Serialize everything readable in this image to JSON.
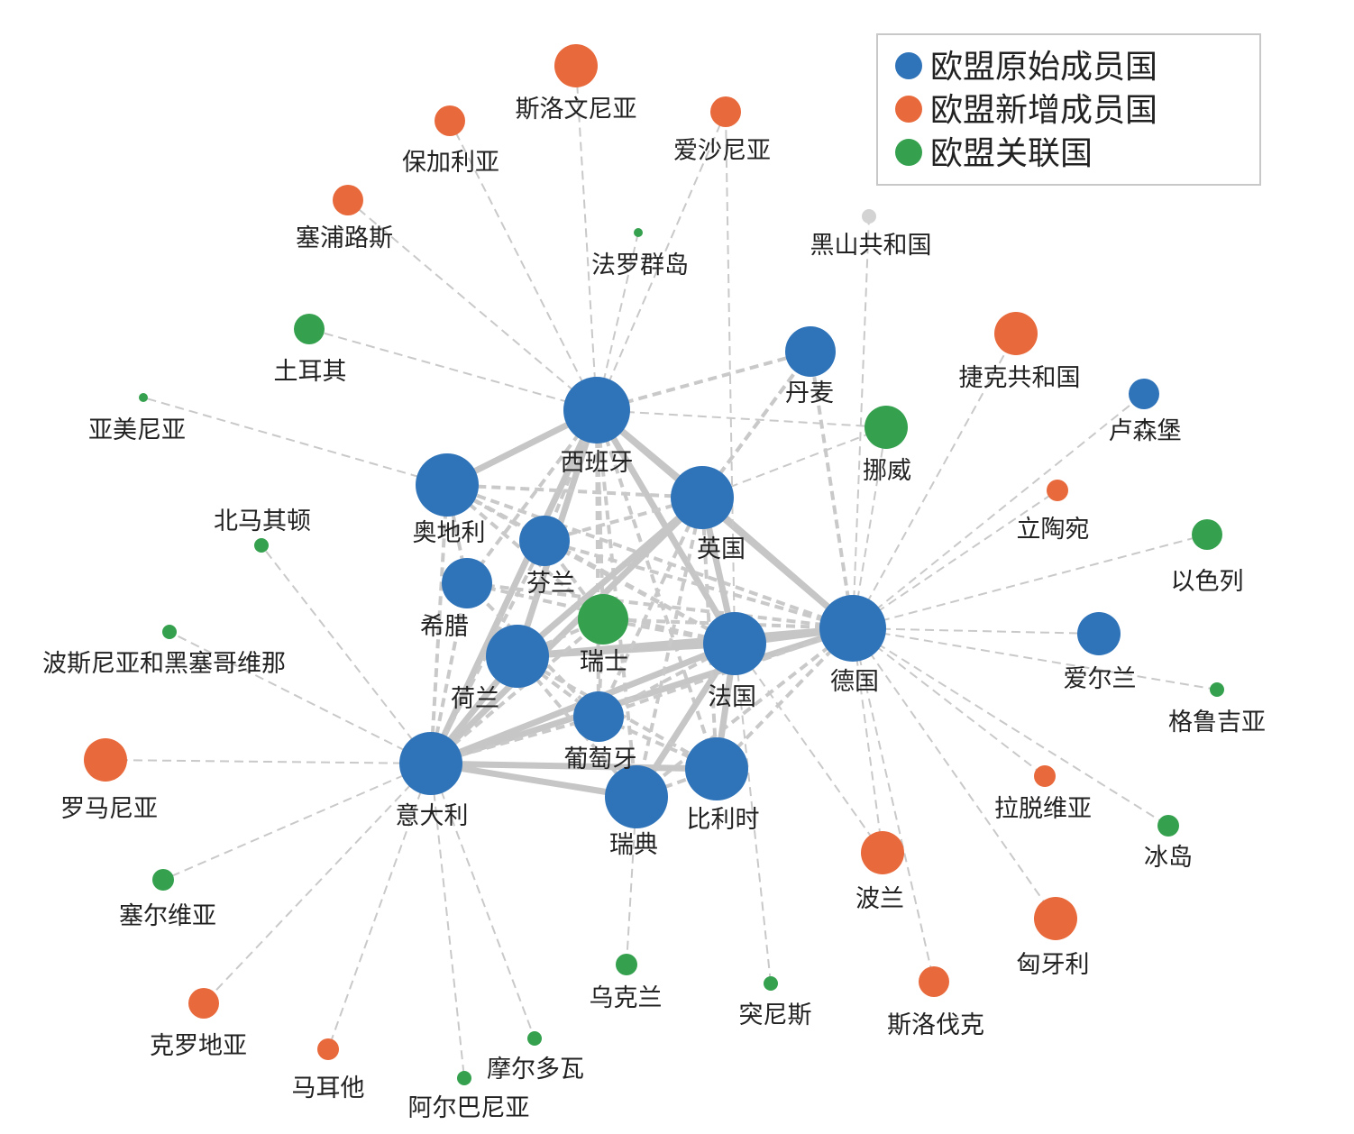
{
  "colors": {
    "original": "#2f73b9",
    "new": "#e8693b",
    "associated": "#35a14f",
    "other": "#d3d3d3",
    "edge": "#c9c9c9"
  },
  "legend": [
    {
      "label": "欧盟原始成员国",
      "group": "original"
    },
    {
      "label": "欧盟新增成员国",
      "group": "new"
    },
    {
      "label": "欧盟关联国",
      "group": "associated"
    }
  ],
  "nodes": [
    {
      "id": "西班牙",
      "label": "西班牙",
      "group": "original",
      "size": "xl"
    },
    {
      "id": "德国",
      "label": "德国",
      "group": "original",
      "size": "xl"
    },
    {
      "id": "法国",
      "label": "法国",
      "group": "original",
      "size": "l"
    },
    {
      "id": "意大利",
      "label": "意大利",
      "group": "original",
      "size": "l"
    },
    {
      "id": "英国",
      "label": "英国",
      "group": "original",
      "size": "l"
    },
    {
      "id": "荷兰",
      "label": "荷兰",
      "group": "original",
      "size": "l"
    },
    {
      "id": "瑞典",
      "label": "瑞典",
      "group": "original",
      "size": "l"
    },
    {
      "id": "比利时",
      "label": "比利时",
      "group": "original",
      "size": "l"
    },
    {
      "id": "奥地利",
      "label": "奥地利",
      "group": "original",
      "size": "l"
    },
    {
      "id": "希腊",
      "label": "希腊",
      "group": "original",
      "size": "m"
    },
    {
      "id": "芬兰",
      "label": "芬兰",
      "group": "original",
      "size": "m"
    },
    {
      "id": "葡萄牙",
      "label": "葡萄牙",
      "group": "original",
      "size": "m"
    },
    {
      "id": "丹麦",
      "label": "丹麦",
      "group": "original",
      "size": "m"
    },
    {
      "id": "爱尔兰",
      "label": "爱尔兰",
      "group": "original",
      "size": "s"
    },
    {
      "id": "卢森堡",
      "label": "卢森堡",
      "group": "original",
      "size": "xs"
    },
    {
      "id": "瑞士",
      "label": "瑞士",
      "group": "associated",
      "size": "m"
    },
    {
      "id": "挪威",
      "label": "挪威",
      "group": "associated",
      "size": "s"
    },
    {
      "id": "以色列",
      "label": "以色列",
      "group": "associated",
      "size": "xs"
    },
    {
      "id": "土耳其",
      "label": "土耳其",
      "group": "associated",
      "size": "xs"
    },
    {
      "id": "塞尔维亚",
      "label": "塞尔维亚",
      "group": "associated",
      "size": "xxs"
    },
    {
      "id": "冰岛",
      "label": "冰岛",
      "group": "associated",
      "size": "xxs"
    },
    {
      "id": "乌克兰",
      "label": "乌克兰",
      "group": "associated",
      "size": "xxs"
    },
    {
      "id": "突尼斯",
      "label": "突尼斯",
      "group": "associated",
      "size": "xxxs"
    },
    {
      "id": "摩尔多瓦",
      "label": "摩尔多瓦",
      "group": "associated",
      "size": "xxxs"
    },
    {
      "id": "格鲁吉亚",
      "label": "格鲁吉亚",
      "group": "associated",
      "size": "xxxs"
    },
    {
      "id": "北马其顿",
      "label": "北马其顿",
      "group": "associated",
      "size": "xxxs"
    },
    {
      "id": "波斯尼亚和黑塞哥维那",
      "label": "波斯尼亚和黑塞哥维那",
      "group": "associated",
      "size": "xxxs"
    },
    {
      "id": "阿尔巴尼亚",
      "label": "阿尔巴尼亚",
      "group": "associated",
      "size": "xxxs"
    },
    {
      "id": "亚美尼亚",
      "label": "亚美尼亚",
      "group": "associated",
      "size": "min"
    },
    {
      "id": "法罗群岛",
      "label": "法罗群岛",
      "group": "associated",
      "size": "min"
    },
    {
      "id": "黑山共和国",
      "label": "黑山共和国",
      "group": "other",
      "size": "xxxs"
    },
    {
      "id": "波兰",
      "label": "波兰",
      "group": "new",
      "size": "s"
    },
    {
      "id": "捷克共和国",
      "label": "捷克共和国",
      "group": "new",
      "size": "s"
    },
    {
      "id": "匈牙利",
      "label": "匈牙利",
      "group": "new",
      "size": "s"
    },
    {
      "id": "罗马尼亚",
      "label": "罗马尼亚",
      "group": "new",
      "size": "s"
    },
    {
      "id": "斯洛文尼亚",
      "label": "斯洛文尼亚",
      "group": "new",
      "size": "s"
    },
    {
      "id": "保加利亚",
      "label": "保加利亚",
      "group": "new",
      "size": "xs"
    },
    {
      "id": "爱沙尼亚",
      "label": "爱沙尼亚",
      "group": "new",
      "size": "xs"
    },
    {
      "id": "塞浦路斯",
      "label": "塞浦路斯",
      "group": "new",
      "size": "xs"
    },
    {
      "id": "斯洛伐克",
      "label": "斯洛伐克",
      "group": "new",
      "size": "xs"
    },
    {
      "id": "克罗地亚",
      "label": "克罗地亚",
      "group": "new",
      "size": "xs"
    },
    {
      "id": "立陶宛",
      "label": "立陶宛",
      "group": "new",
      "size": "xxs"
    },
    {
      "id": "拉脱维亚",
      "label": "拉脱维亚",
      "group": "new",
      "size": "xxs"
    },
    {
      "id": "马耳他",
      "label": "马耳他",
      "group": "new",
      "size": "xxs"
    }
  ],
  "edges": [
    [
      "西班牙",
      "德国"
    ],
    [
      "西班牙",
      "法国"
    ],
    [
      "西班牙",
      "意大利"
    ],
    [
      "西班牙",
      "英国"
    ],
    [
      "西班牙",
      "荷兰"
    ],
    [
      "西班牙",
      "瑞典"
    ],
    [
      "西班牙",
      "比利时"
    ],
    [
      "西班牙",
      "奥地利"
    ],
    [
      "西班牙",
      "希腊"
    ],
    [
      "西班牙",
      "芬兰"
    ],
    [
      "西班牙",
      "葡萄牙"
    ],
    [
      "西班牙",
      "瑞士"
    ],
    [
      "西班牙",
      "丹麦"
    ],
    [
      "西班牙",
      "挪威"
    ],
    [
      "西班牙",
      "斯洛文尼亚"
    ],
    [
      "西班牙",
      "保加利亚"
    ],
    [
      "西班牙",
      "爱沙尼亚"
    ],
    [
      "西班牙",
      "塞浦路斯"
    ],
    [
      "西班牙",
      "土耳其"
    ],
    [
      "西班牙",
      "法罗群岛"
    ],
    [
      "德国",
      "法国"
    ],
    [
      "德国",
      "意大利"
    ],
    [
      "德国",
      "英国"
    ],
    [
      "德国",
      "荷兰"
    ],
    [
      "德国",
      "瑞典"
    ],
    [
      "德国",
      "比利时"
    ],
    [
      "德国",
      "奥地利"
    ],
    [
      "德国",
      "希腊"
    ],
    [
      "德国",
      "芬兰"
    ],
    [
      "德国",
      "葡萄牙"
    ],
    [
      "德国",
      "瑞士"
    ],
    [
      "德国",
      "丹麦"
    ],
    [
      "德国",
      "挪威"
    ],
    [
      "德国",
      "爱尔兰"
    ],
    [
      "德国",
      "卢森堡"
    ],
    [
      "德国",
      "以色列"
    ],
    [
      "德国",
      "捷克共和国"
    ],
    [
      "德国",
      "立陶宛"
    ],
    [
      "德国",
      "格鲁吉亚"
    ],
    [
      "德国",
      "拉脱维亚"
    ],
    [
      "德国",
      "冰岛"
    ],
    [
      "德国",
      "匈牙利"
    ],
    [
      "德国",
      "波兰"
    ],
    [
      "德国",
      "斯洛伐克"
    ],
    [
      "德国",
      "黑山共和国"
    ],
    [
      "法国",
      "意大利"
    ],
    [
      "法国",
      "英国"
    ],
    [
      "法国",
      "荷兰"
    ],
    [
      "法国",
      "瑞典"
    ],
    [
      "法国",
      "比利时"
    ],
    [
      "法国",
      "奥地利"
    ],
    [
      "法国",
      "希腊"
    ],
    [
      "法国",
      "芬兰"
    ],
    [
      "法国",
      "葡萄牙"
    ],
    [
      "法国",
      "瑞士"
    ],
    [
      "法国",
      "波兰"
    ],
    [
      "法国",
      "突尼斯"
    ],
    [
      "法国",
      "爱沙尼亚"
    ],
    [
      "意大利",
      "英国"
    ],
    [
      "意大利",
      "荷兰"
    ],
    [
      "意大利",
      "瑞典"
    ],
    [
      "意大利",
      "比利时"
    ],
    [
      "意大利",
      "奥地利"
    ],
    [
      "意大利",
      "希腊"
    ],
    [
      "意大利",
      "芬兰"
    ],
    [
      "意大利",
      "葡萄牙"
    ],
    [
      "意大利",
      "瑞士"
    ],
    [
      "意大利",
      "罗马尼亚"
    ],
    [
      "意大利",
      "塞尔维亚"
    ],
    [
      "意大利",
      "克罗地亚"
    ],
    [
      "意大利",
      "马耳他"
    ],
    [
      "意大利",
      "阿尔巴尼亚"
    ],
    [
      "意大利",
      "摩尔多瓦"
    ],
    [
      "意大利",
      "北马其顿"
    ],
    [
      "意大利",
      "波斯尼亚和黑塞哥维那"
    ],
    [
      "英国",
      "荷兰"
    ],
    [
      "英国",
      "瑞典"
    ],
    [
      "英国",
      "比利时"
    ],
    [
      "英国",
      "奥地利"
    ],
    [
      "英国",
      "芬兰"
    ],
    [
      "英国",
      "葡萄牙"
    ],
    [
      "英国",
      "挪威"
    ],
    [
      "英国",
      "丹麦"
    ],
    [
      "荷兰",
      "瑞典"
    ],
    [
      "荷兰",
      "比利时"
    ],
    [
      "荷兰",
      "葡萄牙"
    ],
    [
      "荷兰",
      "瑞士"
    ],
    [
      "奥地利",
      "亚美尼亚"
    ],
    [
      "奥地利",
      "芬兰"
    ],
    [
      "奥地利",
      "希腊"
    ],
    [
      "奥地利",
      "瑞士"
    ],
    [
      "瑞典",
      "比利时"
    ],
    [
      "瑞典",
      "乌克兰"
    ],
    [
      "比利时",
      "葡萄牙"
    ],
    [
      "葡萄牙",
      "瑞士"
    ],
    [
      "芬兰",
      "瑞士"
    ],
    [
      "希腊",
      "葡萄牙"
    ],
    [
      "丹麦",
      "英国"
    ]
  ],
  "strong_edges": [
    [
      "西班牙",
      "德国"
    ],
    [
      "西班牙",
      "法国"
    ],
    [
      "西班牙",
      "意大利"
    ],
    [
      "西班牙",
      "英国"
    ],
    [
      "西班牙",
      "荷兰"
    ],
    [
      "西班牙",
      "奥地利"
    ],
    [
      "德国",
      "法国"
    ],
    [
      "德国",
      "意大利"
    ],
    [
      "德国",
      "英国"
    ],
    [
      "德国",
      "荷兰"
    ],
    [
      "法国",
      "意大利"
    ],
    [
      "法国",
      "英国"
    ],
    [
      "法国",
      "荷兰"
    ],
    [
      "意大利",
      "英国"
    ],
    [
      "意大利",
      "荷兰"
    ],
    [
      "意大利",
      "瑞典"
    ],
    [
      "意大利",
      "比利时"
    ],
    [
      "英国",
      "荷兰"
    ],
    [
      "法国",
      "瑞典"
    ],
    [
      "法国",
      "比利时"
    ]
  ]
}
